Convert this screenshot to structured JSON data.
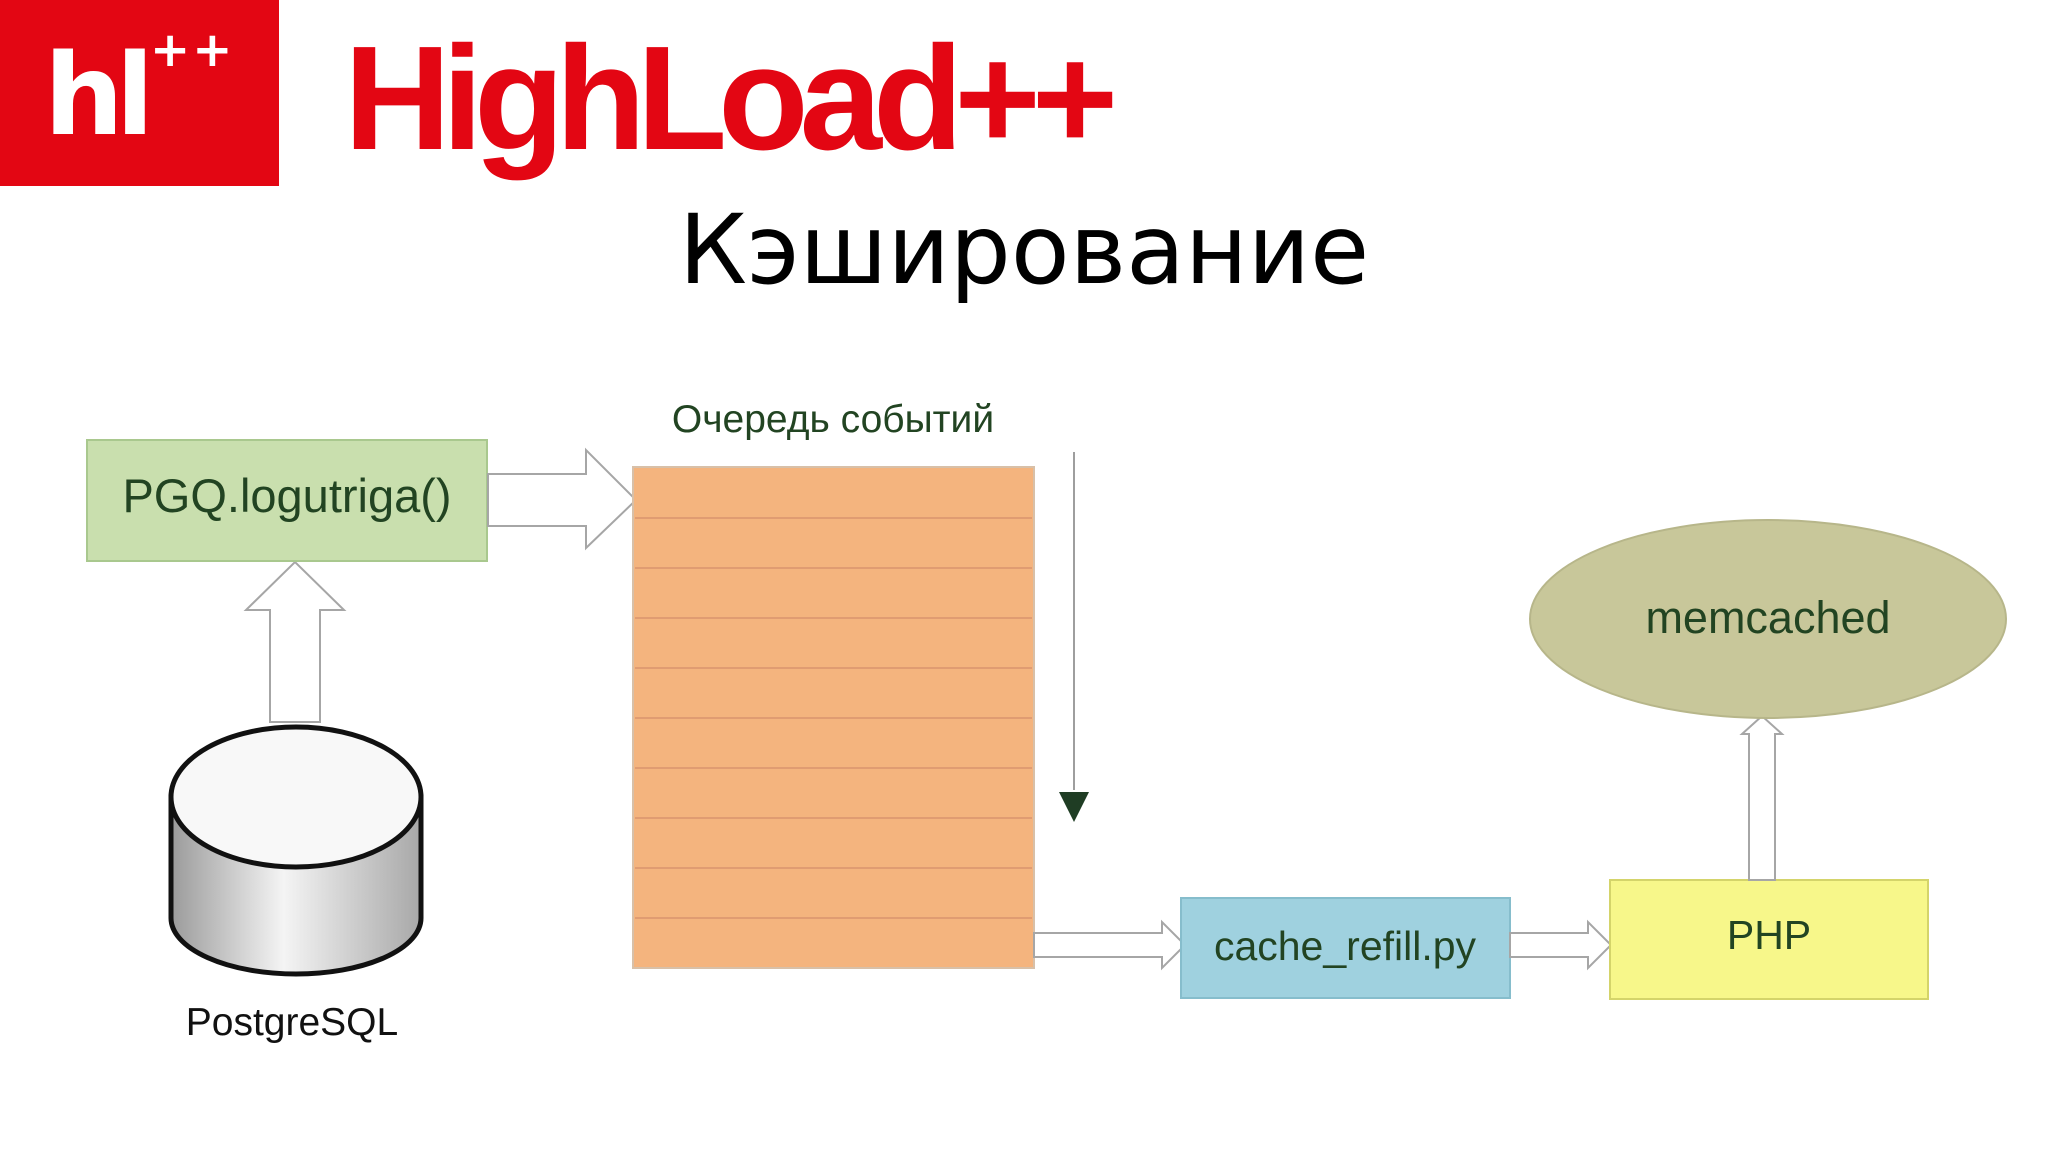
{
  "header": {
    "logo_text": "hl",
    "logo_superscript": "++",
    "brand": "HighLoad++",
    "title": "Кэширование"
  },
  "diagram": {
    "nodes": {
      "trigger": "PGQ.logutriga()",
      "database": "PostgreSQL",
      "queue_label": "Очередь событий",
      "refill": "cache_refill.py",
      "php": "PHP",
      "memcached": "memcached"
    },
    "queue_rows": 10
  },
  "colors": {
    "brand_red": "#e30613",
    "trigger_fill": "#c9dfae",
    "queue_fill": "#f4b47e",
    "refill_fill": "#9fd1df",
    "php_fill": "#f7f78a",
    "memcached_fill": "#c8c79a",
    "node_text": "#224422"
  },
  "icons": {
    "database": "cylinder-icon",
    "arrow": "hollow-arrow-icon",
    "queue_pointer": "down-arrow-icon"
  }
}
